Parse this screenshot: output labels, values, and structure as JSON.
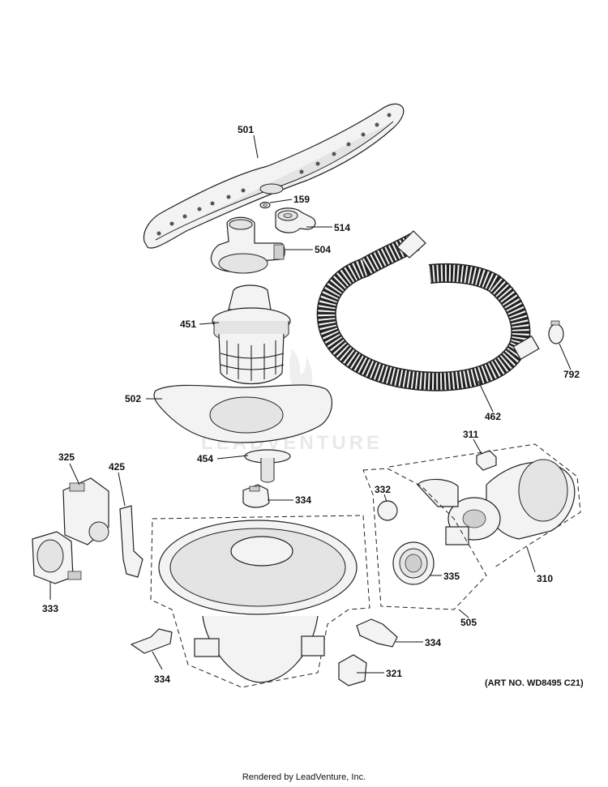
{
  "diagram": {
    "part_labels": {
      "p501": "501",
      "p159": "159",
      "p514": "514",
      "p504": "504",
      "p451": "451",
      "p502": "502",
      "p454": "454",
      "p334a": "334",
      "p325": "325",
      "p425": "425",
      "p333": "333",
      "p334b": "334",
      "p321": "321",
      "p334c": "334",
      "p462": "462",
      "p792": "792",
      "p311": "311",
      "p332": "332",
      "p335": "335",
      "p310": "310",
      "p505": "505"
    },
    "art_number": "(ART NO. WD8495 C21)",
    "watermark": "LEADVENTURE",
    "footer": "Rendered by LeadVenture, Inc."
  }
}
